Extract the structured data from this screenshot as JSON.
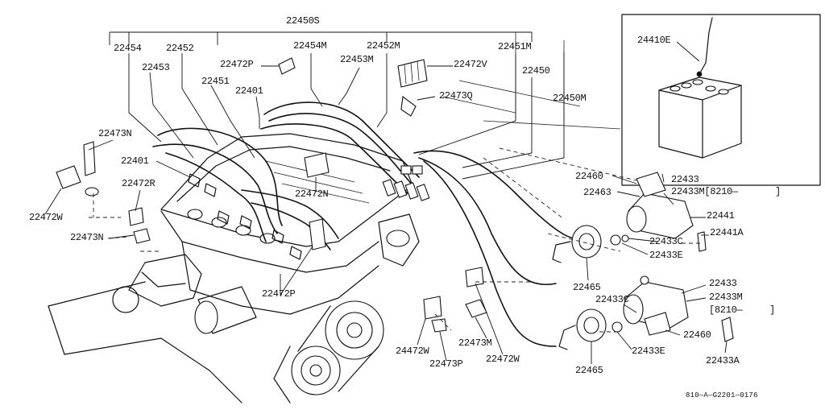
{
  "diagram": {
    "callouts": {
      "c22450S": "22450S",
      "c22454": "22454",
      "c22452": "22452",
      "c22454M": "22454M",
      "c22452M": "22452M",
      "c22451M": "22451M",
      "c22453": "22453",
      "c22472P_top": "22472P",
      "c22453M": "22453M",
      "c22472V": "22472V",
      "c22450": "22450",
      "c22451": "22451",
      "c22401_top": "22401",
      "c22473Q": "22473Q",
      "c22450M": "22450M",
      "c22473N_top": "22473N",
      "c22401_left": "22401",
      "c22472R": "22472R",
      "c22472N": "22472N",
      "c22472W_left": "22472W",
      "c22473N_left": "22473N",
      "c22472P_mid": "22472P",
      "c22410E": "24410E",
      "c22460_top": "22460",
      "c22463": "22463",
      "c22433_top": "22433",
      "c22433M_top": "22433M[8210—",
      "c22441": "22441",
      "c22433C_top": "22433C",
      "c22441A": "22441A",
      "c22433E_top": "22433E",
      "c22465_top": "22465",
      "c22433_bot": "22433",
      "c22433M_bot": "22433M",
      "c8210_bot": "[8210—",
      "c22433C_bot": "22433C",
      "c22460_bot": "22460",
      "c22433E_bot": "22433E",
      "c22433A": "22433A",
      "c22465_bot": "22465",
      "c24472W_bot": "24472W",
      "c22473M": "22473M",
      "c22472W_bot": "22472W",
      "c22473P": "22473P"
    },
    "bracket_close": "]",
    "reference_code": "810—A—G2201—0176"
  }
}
